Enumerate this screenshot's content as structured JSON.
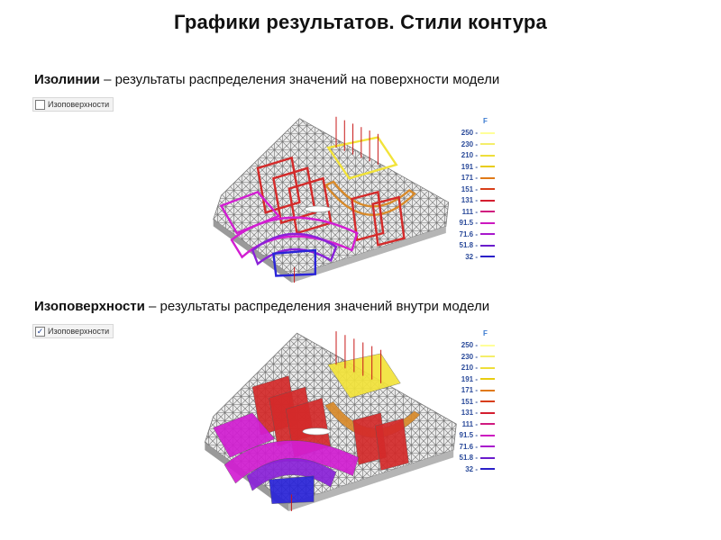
{
  "title": "Графики результатов. Стили контура",
  "section1": {
    "term": "Изолинии",
    "rest": " – результаты  распределения значений на поверхности модели",
    "checkbox_label": "Изоповерхности",
    "checkbox_mark": ""
  },
  "section2": {
    "term": "Изоповерхности",
    "rest": " – результаты распределения значений внутри модели",
    "checkbox_label": "Изоповерхности",
    "checkbox_mark": "✓"
  },
  "legend": {
    "header": "F",
    "levels": [
      {
        "label": "250 -",
        "color": "#ffff99"
      },
      {
        "label": "230 -",
        "color": "#f4ee6a"
      },
      {
        "label": "210 -",
        "color": "#eede3a"
      },
      {
        "label": "191 -",
        "color": "#e8cc10"
      },
      {
        "label": "171 -",
        "color": "#e07a18"
      },
      {
        "label": "151 -",
        "color": "#d83e18"
      },
      {
        "label": "131 -",
        "color": "#d41e30"
      },
      {
        "label": "111 -",
        "color": "#d01a80"
      },
      {
        "label": "91.5 -",
        "color": "#cc18c0"
      },
      {
        "label": "71.6 -",
        "color": "#a818cc"
      },
      {
        "label": "51.8 -",
        "color": "#6a1ccc"
      },
      {
        "label": "32 -",
        "color": "#2a20c8"
      }
    ]
  },
  "colors": {
    "mesh": "#6f6f6f",
    "yellow": "#f2e33a",
    "orange": "#d88a2a",
    "red": "#d42a2a",
    "magenta": "#d21ed2",
    "purple": "#8a22d8",
    "blue": "#2a24d8"
  }
}
